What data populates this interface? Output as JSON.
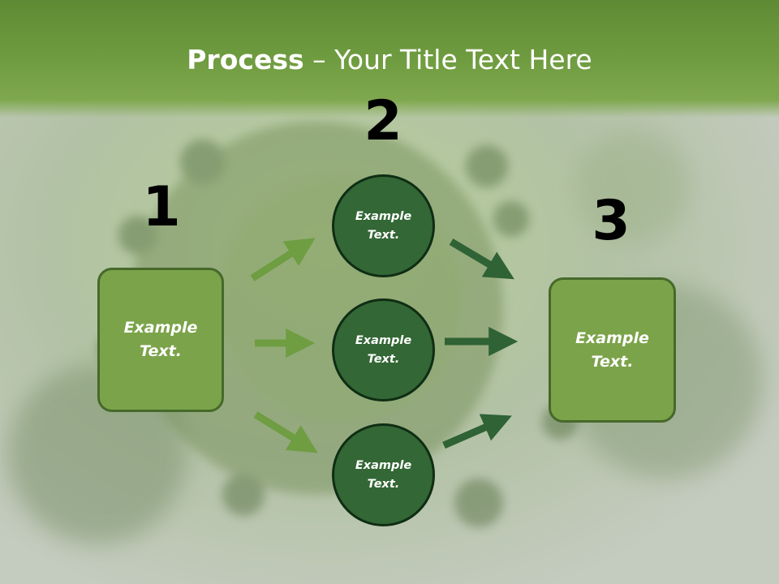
{
  "slide": {
    "title_bold": "Process",
    "title_rest": " – Your Title Text Here",
    "steps": [
      {
        "number": "1",
        "label": "Example\nText."
      },
      {
        "number": "2",
        "label": "Example\nText."
      },
      {
        "number": "3",
        "label": "Example\nText."
      }
    ],
    "circles": [
      {
        "label": "Example\nText."
      },
      {
        "label": "Example\nText."
      },
      {
        "label": "Example\nText."
      }
    ]
  },
  "colors": {
    "header": "#6d9a3e",
    "box_fill": "#7ba349",
    "box_border": "#46692b",
    "circle_fill": "#336735",
    "circle_border": "#0f2d14",
    "arrow_light": "#6f9d42",
    "arrow_dark": "#2f6235"
  }
}
